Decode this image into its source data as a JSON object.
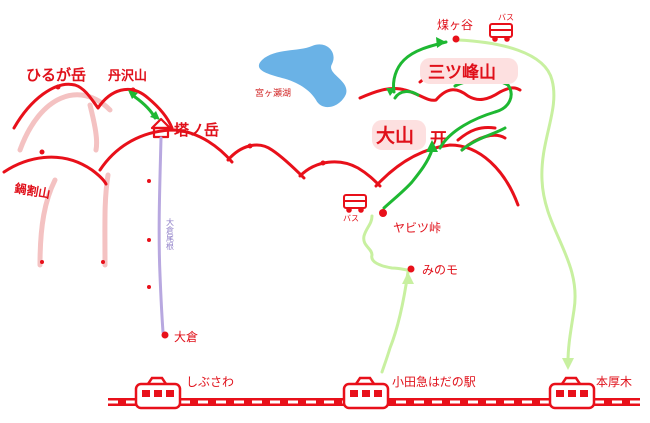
{
  "colors": {
    "ridge": "#e8101a",
    "ridge_faint": "#f4c2c2",
    "route_dark": "#1eb832",
    "route_light": "#c8f0a0",
    "trail_purple": "#b8a8e0",
    "lake": "#6ab2e6",
    "rail_red": "#e8101a"
  },
  "peaks": {
    "hirugatake": "ひるが岳",
    "tanzawasan": "丹沢山",
    "tonodake": "塔ノ岳",
    "nabewariyama": "鍋割山",
    "mitsumine": "三ツ峰山",
    "ooyama": "大山",
    "ooyama_mark": "开"
  },
  "places": {
    "miyagase_lake": "宮ヶ瀬湖",
    "yabitsu_toge": "ヤビツ峠",
    "minoge": "みのモ",
    "ookura": "大倉",
    "ookura_trail": "大倉尾根",
    "kenbayashi": "煤ヶ谷"
  },
  "stations": {
    "shibusawa": "しぶさわ",
    "odakyu_hadano": "小田急はだの駅",
    "honatsugi": "本厚木"
  },
  "bus_labels": {
    "bus_kenbayashi": "バス",
    "bus_yabitsu": "バス"
  }
}
